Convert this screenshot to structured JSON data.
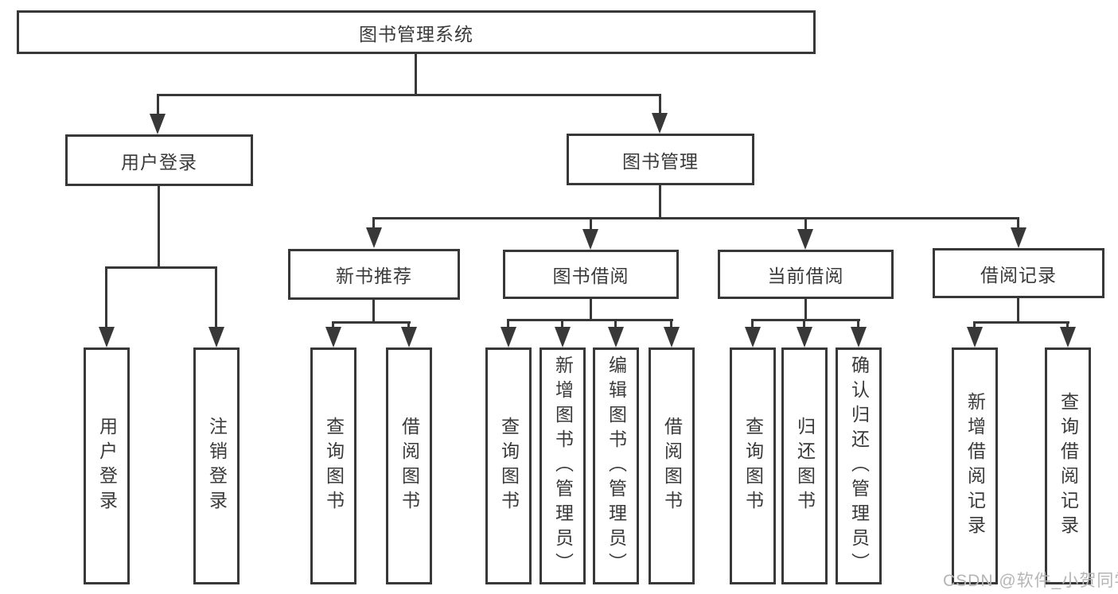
{
  "diagram_type": "tree",
  "colors": {
    "line": "#383838",
    "text": "#3a3a3a",
    "box_fill": "#ffffff",
    "watermark": "#b5b5b5",
    "background": "#ffffff"
  },
  "tree": {
    "root": "图书管理系统",
    "branches": [
      {
        "label": "用户登录",
        "children": [
          "用户登录",
          "注销登录"
        ]
      },
      {
        "label": "图书管理",
        "groups": [
          {
            "label": "新书推荐",
            "children": [
              "查询图书",
              "借阅图书"
            ]
          },
          {
            "label": "图书借阅",
            "children": [
              "查询图书",
              "新增图书（管理员）",
              "编辑图书（管理员）",
              "借阅图书"
            ]
          },
          {
            "label": "当前借阅",
            "children": [
              "查询图书",
              "归还图书",
              "确认归还（管理员）"
            ]
          },
          {
            "label": "借阅记录",
            "children": [
              "新增借阅记录",
              "查询借阅记录"
            ]
          }
        ]
      }
    ]
  },
  "watermark": {
    "text": "CSDN @软件_小贺同学"
  }
}
